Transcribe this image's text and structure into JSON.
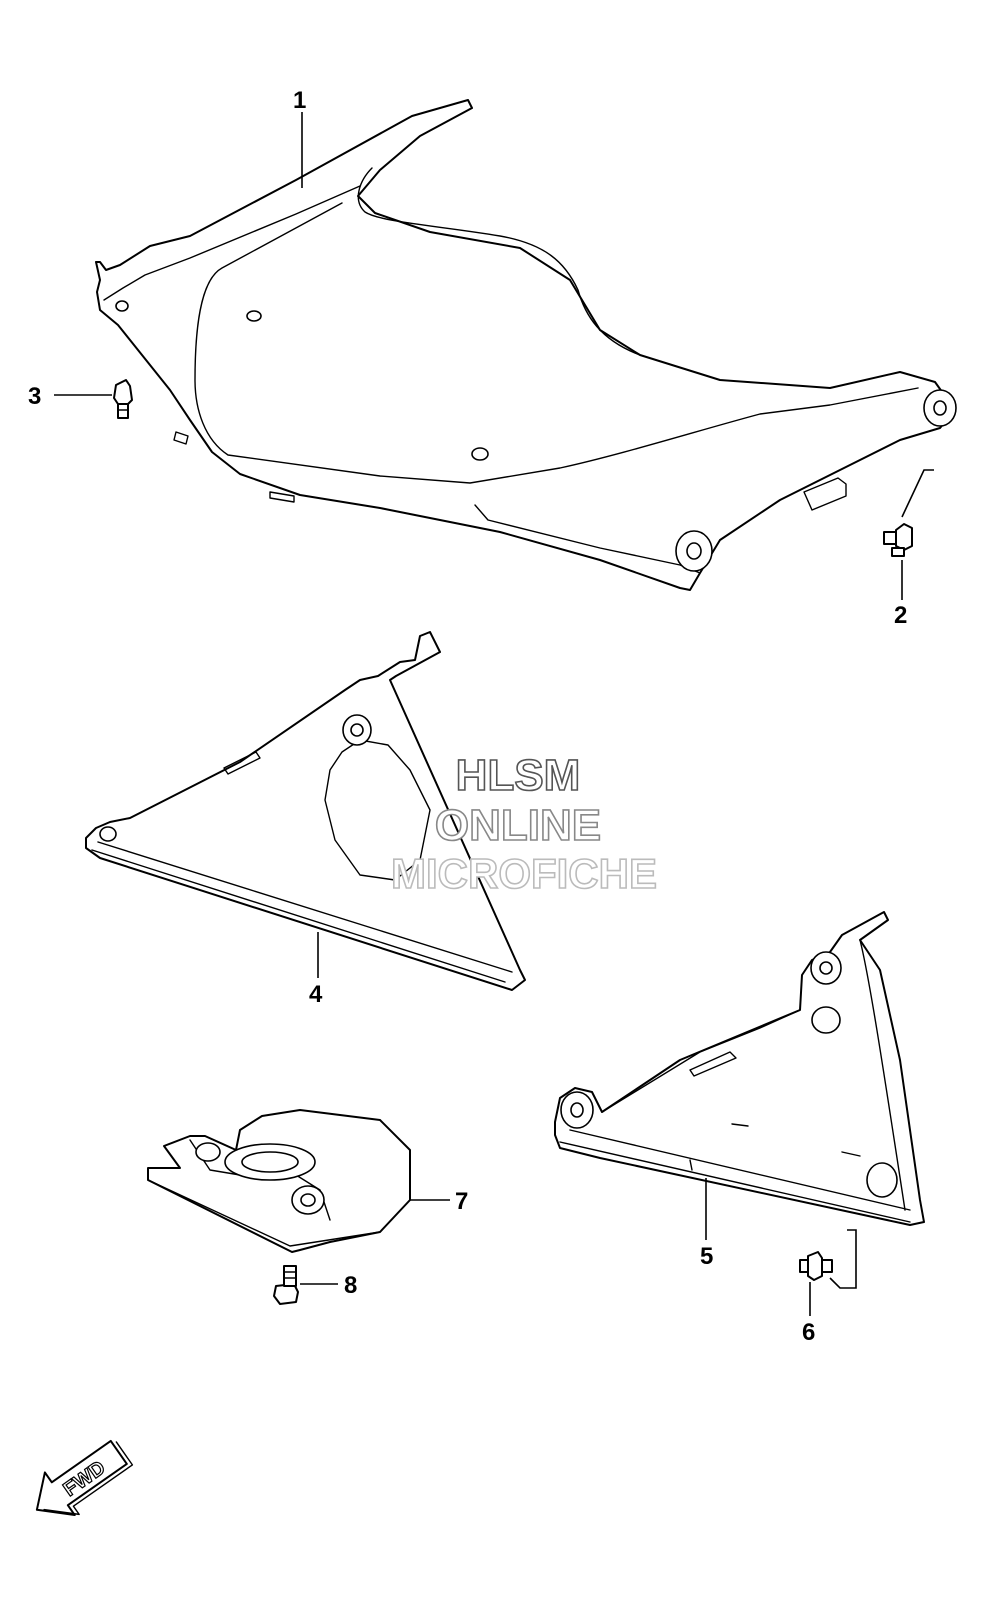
{
  "callouts": {
    "c1": "1",
    "c2": "2",
    "c3": "3",
    "c4": "4",
    "c5": "5",
    "c6": "6",
    "c7": "7",
    "c8": "8"
  },
  "watermark": {
    "line1": "HLSM",
    "line2": "ONLINE",
    "line3": "MICROFICHE"
  },
  "direction_arrow": {
    "label": "FWD"
  },
  "colors": {
    "line": "#000000",
    "background": "#ffffff",
    "watermark_line1": "#555555",
    "watermark_line2": "#888888",
    "watermark_line3": "#bbbbbb"
  }
}
